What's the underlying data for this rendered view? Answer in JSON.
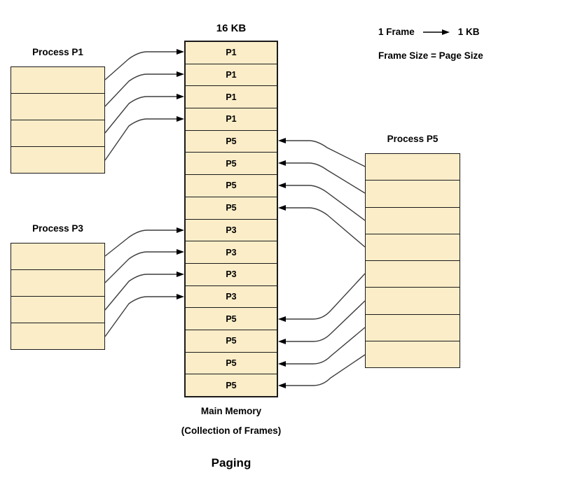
{
  "title": "Paging",
  "legend": {
    "frame_label": "1 Frame",
    "frame_value": "1 KB",
    "equation": "Frame Size = Page Size"
  },
  "memory": {
    "size_label": "16 KB",
    "caption_line1": "Main Memory",
    "caption_line2": "(Collection of Frames)",
    "frames": [
      "P1",
      "P1",
      "P1",
      "P1",
      "P5",
      "P5",
      "P5",
      "P5",
      "P3",
      "P3",
      "P3",
      "P3",
      "P5",
      "P5",
      "P5",
      "P5"
    ]
  },
  "processes": [
    {
      "id": "P1",
      "label": "Process P1",
      "pages": 4
    },
    {
      "id": "P3",
      "label": "Process P3",
      "pages": 4
    },
    {
      "id": "P5",
      "label": "Process P5",
      "pages": 8
    }
  ],
  "colors": {
    "cell_fill": "#FAEDC8",
    "border": "#1a1a1a",
    "arrow": "#3d3d3d",
    "text": "#000000",
    "background": "#ffffff"
  }
}
